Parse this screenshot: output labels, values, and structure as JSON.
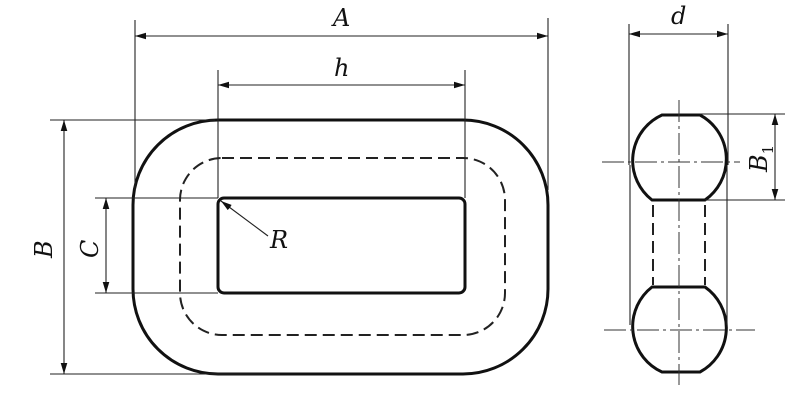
{
  "diagram": {
    "labels": {
      "A": "A",
      "h": "h",
      "d": "d",
      "B": "B",
      "C": "C",
      "R": "R",
      "B1_main": "B",
      "B1_sub": "1"
    }
  }
}
